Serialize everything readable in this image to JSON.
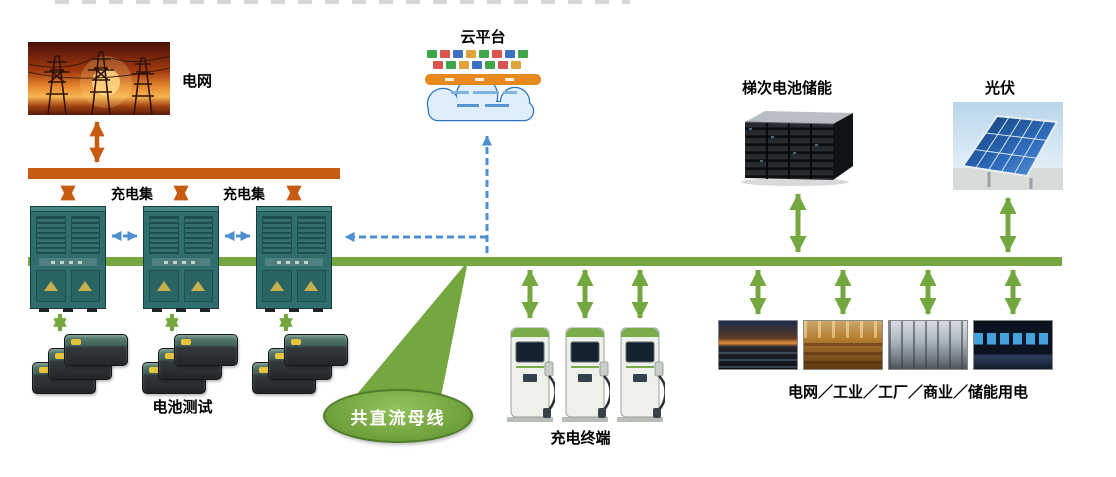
{
  "colors": {
    "ac_bus_orange": "#C75B12",
    "dc_bus_green": "#74A73F",
    "comm_link_blue": "#4E8FD0",
    "cabinet_teal": "#2F6E6C"
  },
  "nodes": {
    "grid": {
      "label": "电网"
    },
    "cloud_platform": {
      "label": "云平台"
    },
    "charging_cluster_left": {
      "label": "充电集"
    },
    "charging_cluster_right": {
      "label": "充电集"
    },
    "battery_storage": {
      "label": "梯次电池储能"
    },
    "pv": {
      "label": "光伏"
    },
    "battery_test": {
      "label": "电池测试"
    },
    "dc_bus": {
      "label": "共直流母线"
    },
    "charging_terminals": {
      "label": "充电终端"
    },
    "loads": {
      "label": "电网／工业／工厂／商业／储能用电"
    }
  }
}
